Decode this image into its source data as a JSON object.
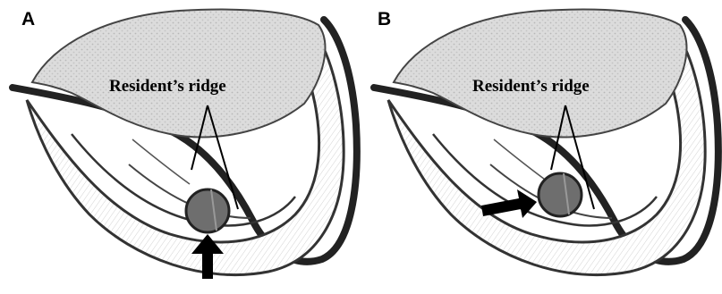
{
  "panels": [
    {
      "letter": "A",
      "label": "Resident’s ridge"
    },
    {
      "letter": "B",
      "label": "Resident’s ridge"
    }
  ]
}
